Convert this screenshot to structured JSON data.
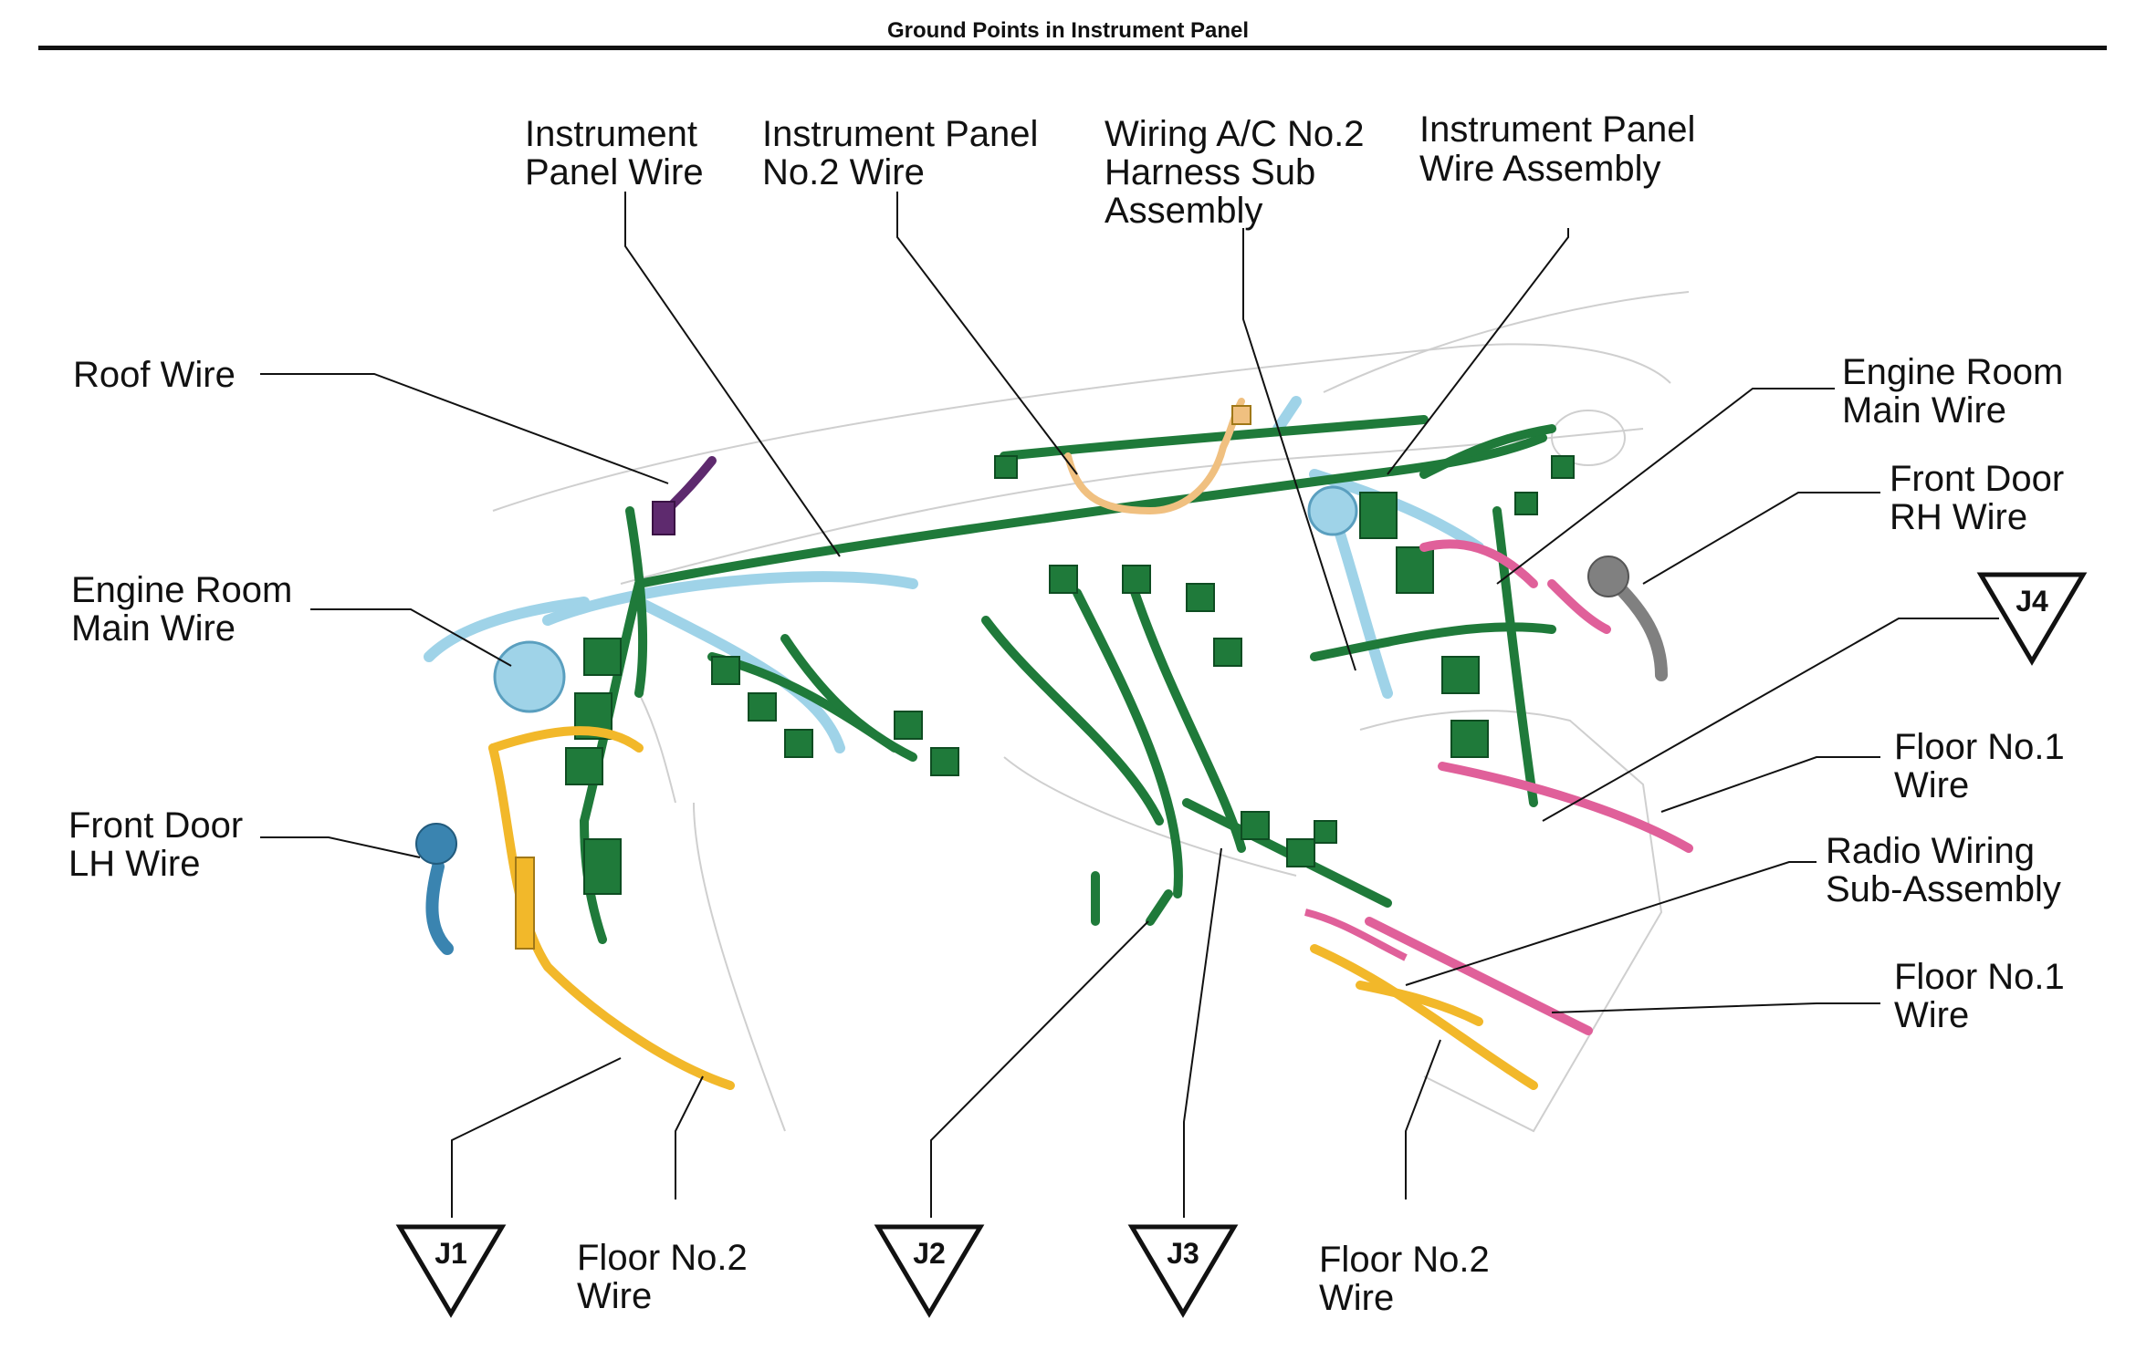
{
  "title": "Ground Points in Instrument Panel",
  "labels": {
    "roof_wire": "Roof Wire",
    "ip_wire_1": "Instrument",
    "ip_wire_2": "Panel Wire",
    "ip2_1": "Instrument Panel",
    "ip2_2": "No.2 Wire",
    "ac_1": "Wiring A/C No.2",
    "ac_2": "Harness Sub",
    "ac_3": "Assembly",
    "ipa_1": "Instrument Panel",
    "ipa_2": "Wire Assembly",
    "erm_l_1": "Engine Room",
    "erm_l_2": "Main Wire",
    "erm_r_1": "Engine Room",
    "erm_r_2": "Main Wire",
    "fdrh_1": "Front Door",
    "fdrh_2": "RH Wire",
    "fdlh_1": "Front Door",
    "fdlh_2": "LH Wire",
    "f1a_1": "Floor No.1",
    "f1a_2": "Wire",
    "radio_1": "Radio Wiring",
    "radio_2": "Sub-Assembly",
    "f1b_1": "Floor No.1",
    "f1b_2": "Wire",
    "f2a_1": "Floor No.2",
    "f2a_2": "Wire",
    "f2b_1": "Floor No.2",
    "f2b_2": "Wire"
  },
  "junctions": {
    "j1": "J1",
    "j2": "J2",
    "j3": "J3",
    "j4": "J4"
  },
  "colors": {
    "harness": "#1f7a3a",
    "light_blue": "#9fd3e8",
    "yellow": "#f2b82a",
    "pink": "#e0609a",
    "purple": "#5e2a6e",
    "tan": "#f0c080",
    "gray": "#808080",
    "outline": "#cccccc"
  }
}
